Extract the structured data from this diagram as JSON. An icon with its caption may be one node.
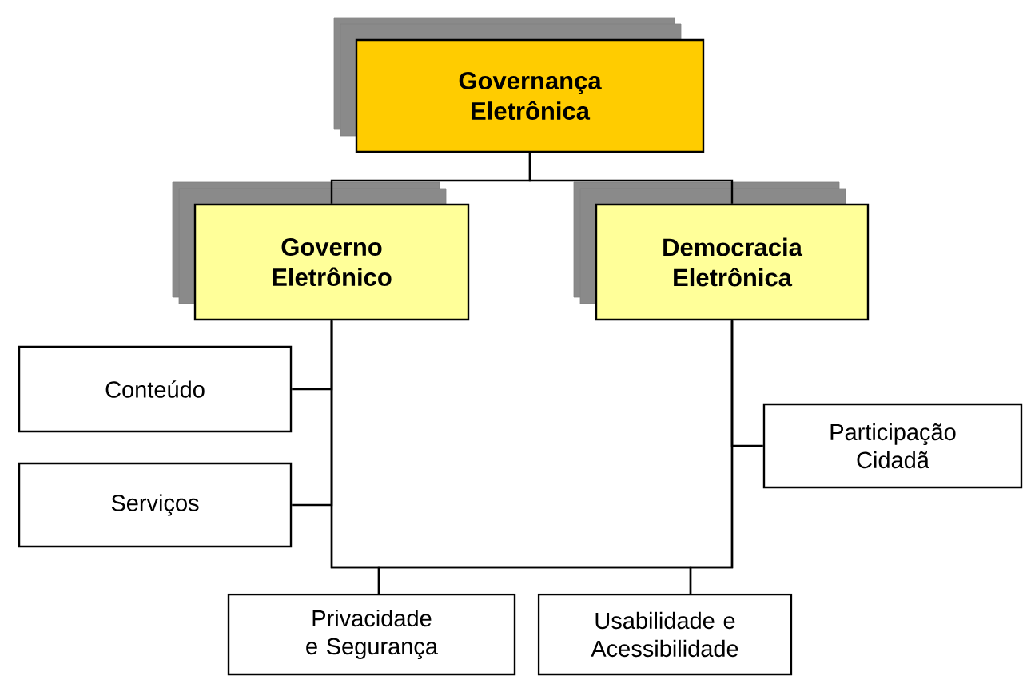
{
  "diagram": {
    "nodes": [
      {
        "text": [
          "Governança Eletrônica"
        ]
      },
      {
        "text": [
          "Governo Eletrônico"
        ]
      },
      {
        "text": [
          "Democracia Eletrônica"
        ]
      },
      {
        "text": [
          "Conteúdo"
        ]
      },
      {
        "text": [
          "Serviços"
        ]
      },
      {
        "text": [
          "Participação Cidadã"
        ]
      },
      {
        "text": [
          "Privacidade e Segurança"
        ]
      },
      {
        "text": [
          "Usabilidade e Acessibilidade"
        ]
      }
    ],
    "edges": [
      {
        "from": 0,
        "to": 1,
        "arrow": "none"
      },
      {
        "from": 0,
        "to": 2,
        "arrow": "none"
      },
      {
        "from": 1,
        "to": 3,
        "arrow": "none"
      },
      {
        "from": 1,
        "to": 4,
        "arrow": "none"
      },
      {
        "from": 2,
        "to": 5,
        "arrow": "none"
      },
      {
        "from": 1,
        "to": 6,
        "arrow": "none"
      },
      {
        "from": 2,
        "to": 6,
        "arrow": "none"
      },
      {
        "from": 1,
        "to": 7,
        "arrow": "none"
      },
      {
        "from": 2,
        "to": 7,
        "arrow": "none"
      }
    ]
  }
}
